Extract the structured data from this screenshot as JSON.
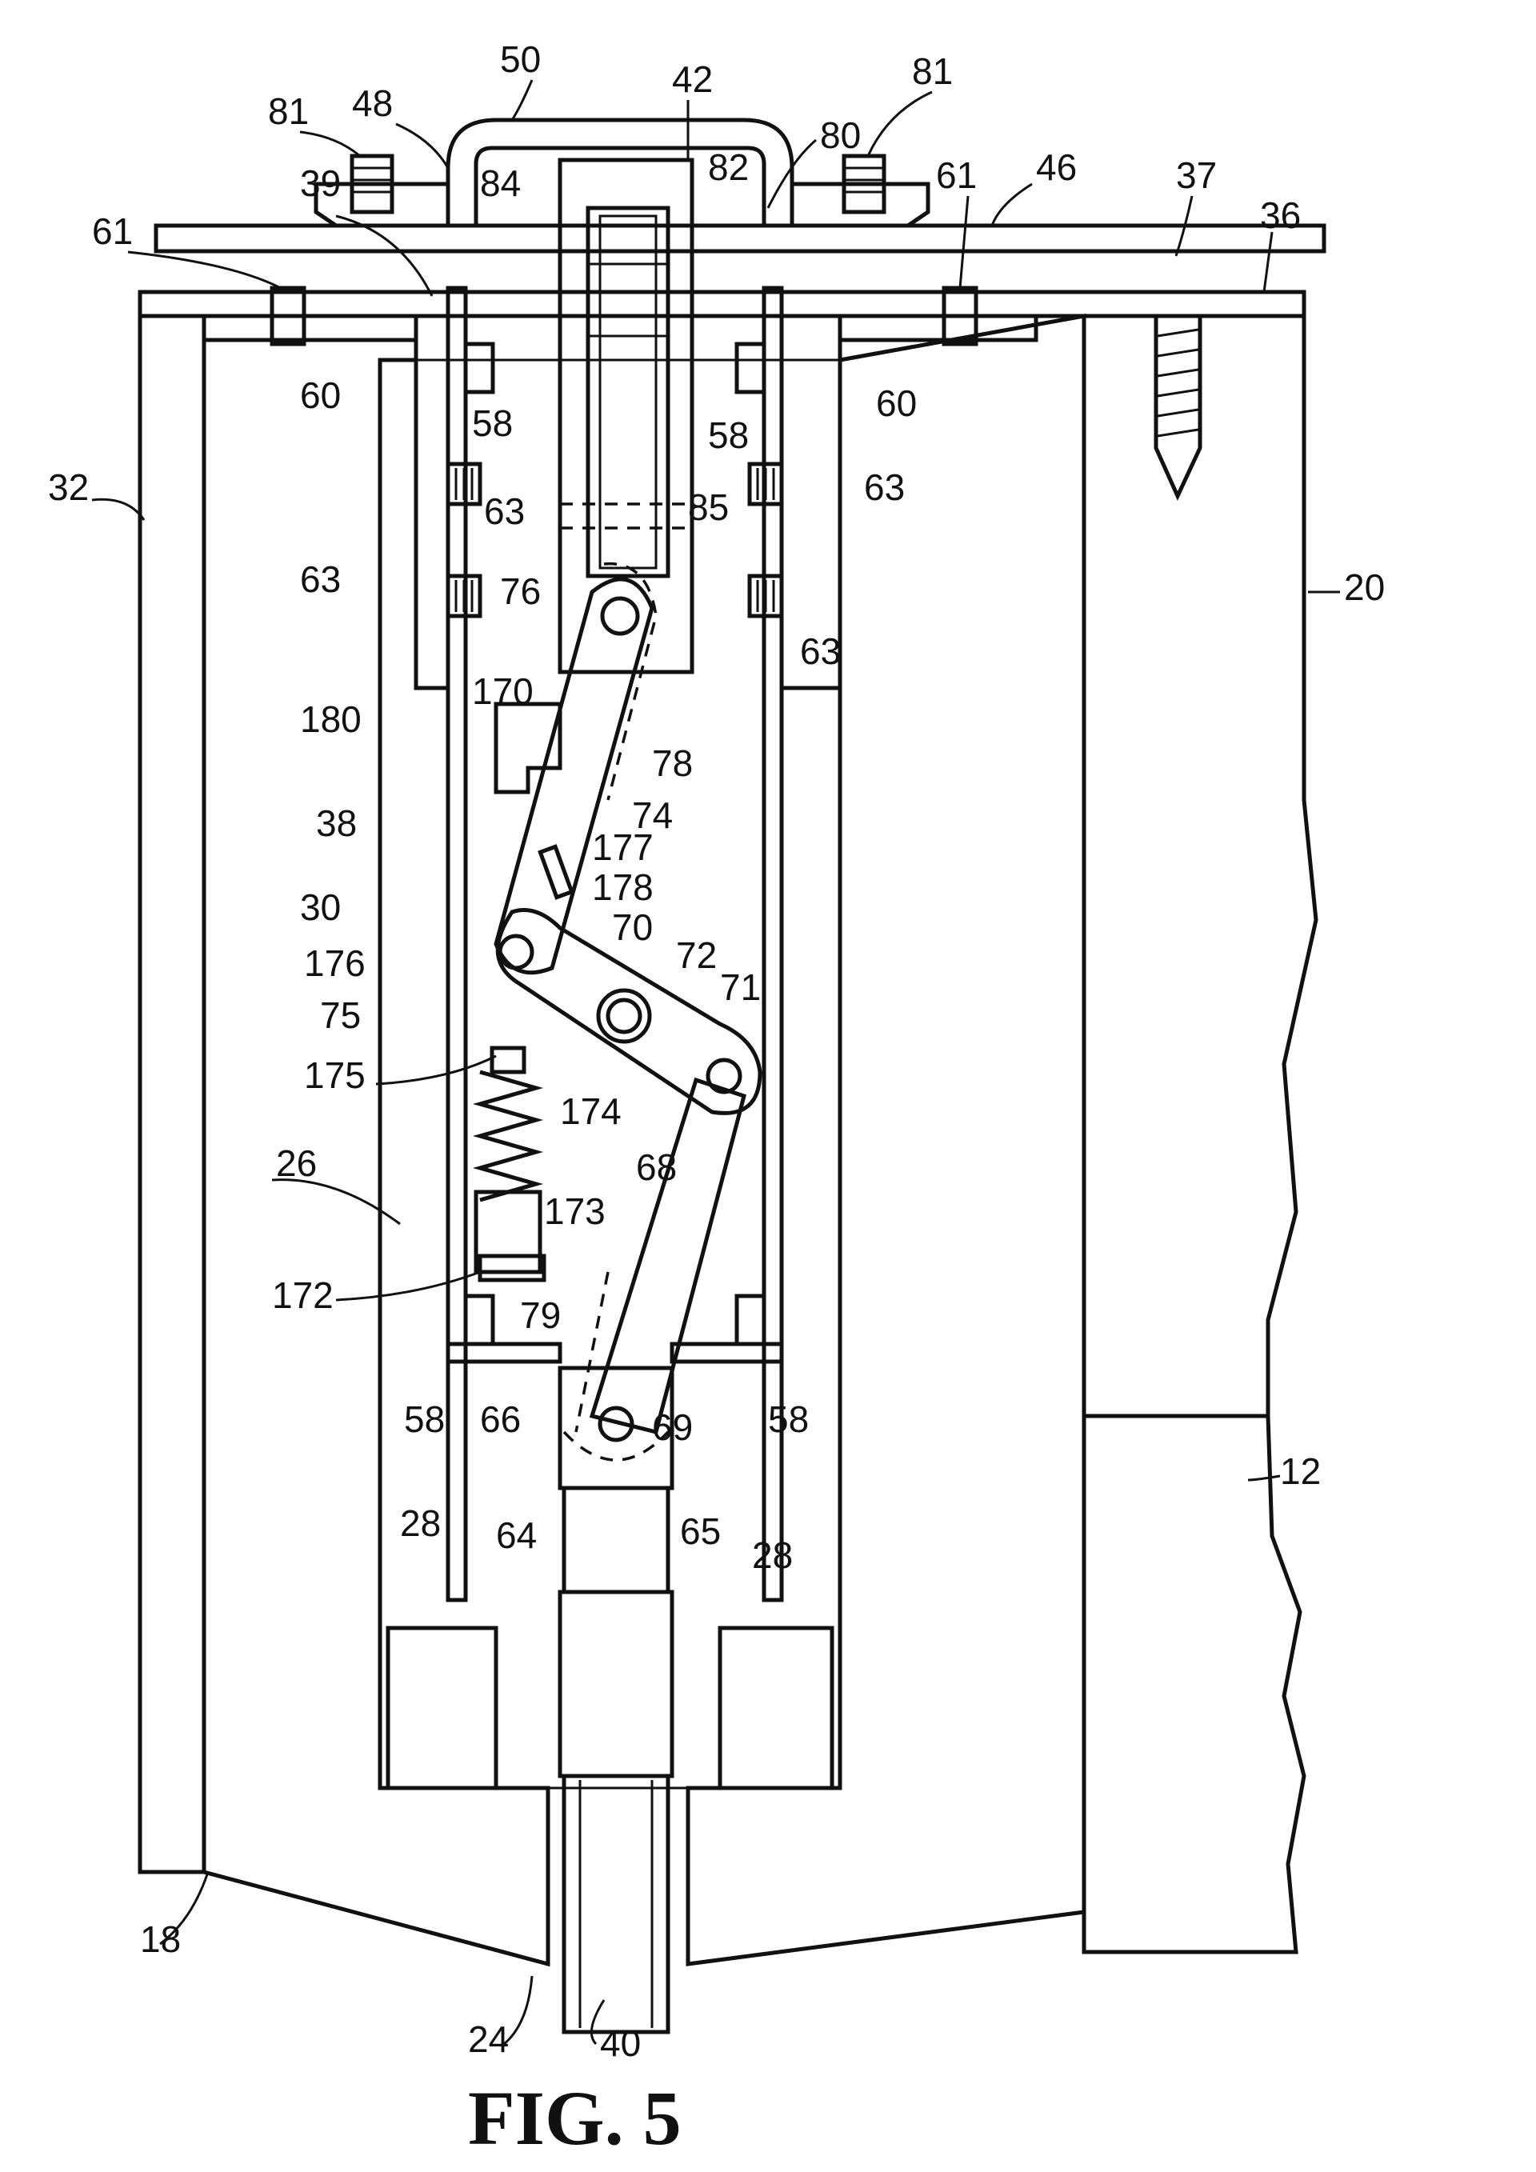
{
  "figure": {
    "caption": "FIG. 5",
    "reference_numerals": [
      "50",
      "42",
      "81",
      "48",
      "80",
      "81",
      "84",
      "82",
      "61",
      "46",
      "37",
      "36",
      "39",
      "61",
      "60",
      "58",
      "58",
      "60",
      "32",
      "63",
      "63",
      "85",
      "20",
      "63",
      "76",
      "63",
      "170",
      "180",
      "78",
      "74",
      "38",
      "177",
      "178",
      "30",
      "70",
      "176",
      "72",
      "71",
      "75",
      "175",
      "174",
      "26",
      "68",
      "173",
      "172",
      "79",
      "58",
      "66",
      "69",
      "58",
      "12",
      "64",
      "65",
      "28",
      "28",
      "18",
      "24",
      "40"
    ]
  }
}
